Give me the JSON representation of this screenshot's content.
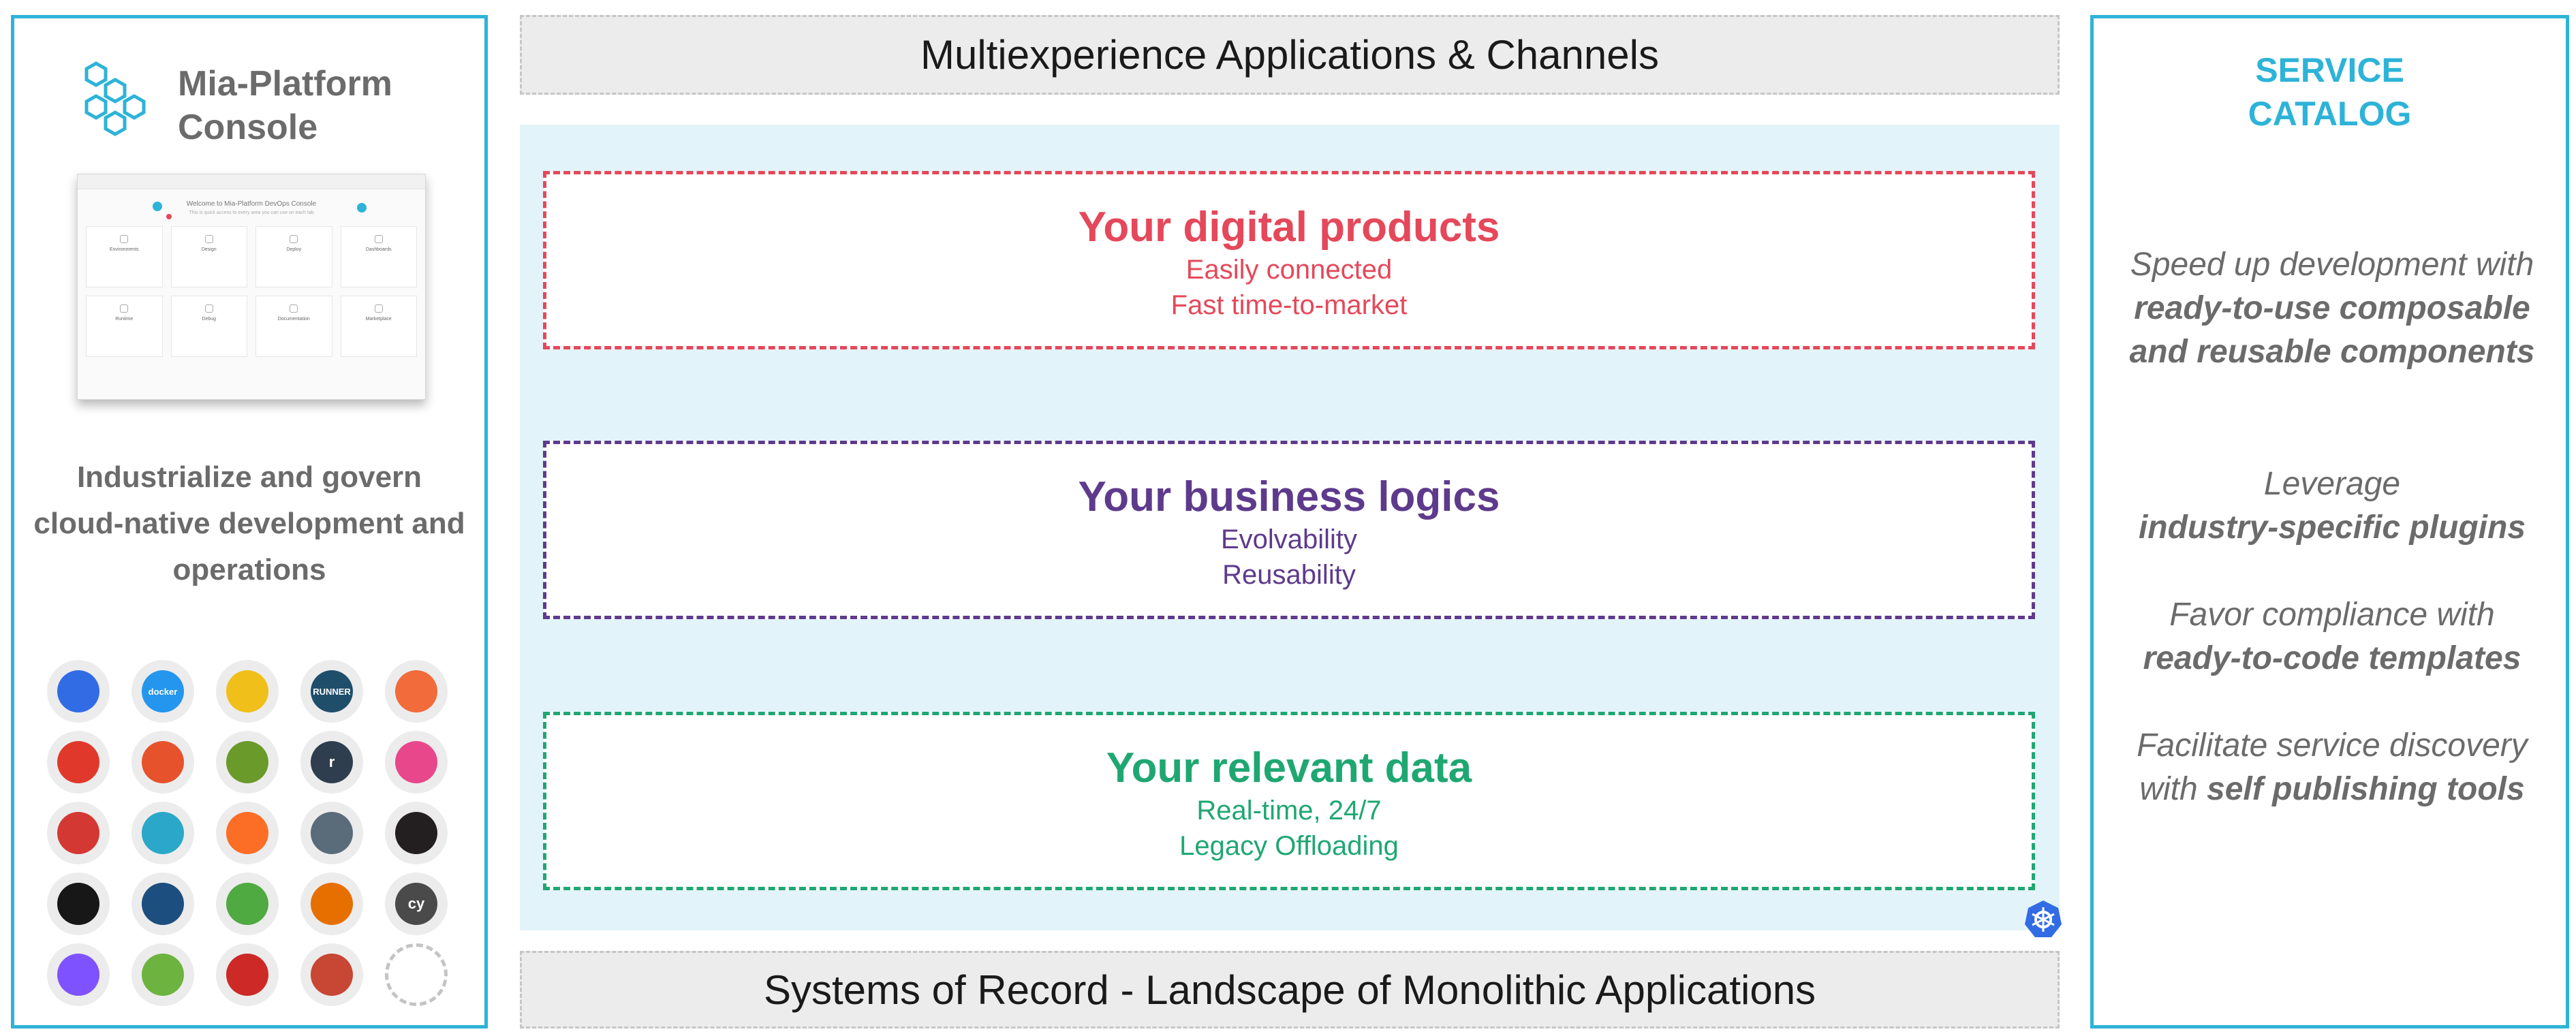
{
  "left": {
    "logo_text": "Mia-Platform Console",
    "console_title": "Welcome to Mia-Platform DevOps Console",
    "console_subtitle": "This is quick access to every area you can use on each tab",
    "cards": [
      "Environments",
      "Design",
      "Deploy",
      "Dashboards",
      "Runtime",
      "Debug",
      "Documentation",
      "Marketplace"
    ],
    "description": "Industrialize and govern cloud-native development and operations",
    "tools": [
      {
        "name": "kubernetes",
        "label": "",
        "bg": "#326ce5"
      },
      {
        "name": "docker",
        "label": "docker",
        "bg": "#2496ed"
      },
      {
        "name": "elastic",
        "label": "",
        "bg": "#f0bf1a"
      },
      {
        "name": "gitlab-runner",
        "label": "RUNNER",
        "bg": "#1f4e6b"
      },
      {
        "name": "swagger",
        "label": "",
        "bg": "#f26b3a"
      },
      {
        "name": "openshift",
        "label": "",
        "bg": "#e0392b"
      },
      {
        "name": "prometheus",
        "label": "",
        "bg": "#e6522c"
      },
      {
        "name": "grafana",
        "label": "",
        "bg": "#6a9a2a"
      },
      {
        "name": "rancher",
        "label": "r",
        "bg": "#2e3e4e"
      },
      {
        "name": "kibana",
        "label": "",
        "bg": "#e8478b"
      },
      {
        "name": "jenkins",
        "label": "",
        "bg": "#d33833"
      },
      {
        "name": "fluentd",
        "label": "",
        "bg": "#2aa7c9"
      },
      {
        "name": "gitlab",
        "label": "",
        "bg": "#fc6d26"
      },
      {
        "name": "kiali",
        "label": "",
        "bg": "#5a6b7a"
      },
      {
        "name": "kafka",
        "label": "",
        "bg": "#231f20"
      },
      {
        "name": "github",
        "label": "",
        "bg": "#181717"
      },
      {
        "name": "helm",
        "label": "",
        "bg": "#1c4e7f"
      },
      {
        "name": "mongodb",
        "label": "",
        "bg": "#4faa41"
      },
      {
        "name": "java",
        "label": "",
        "bg": "#e76f00"
      },
      {
        "name": "cypress",
        "label": "cy",
        "bg": "#4a4a4a"
      },
      {
        "name": "kotlin",
        "label": "",
        "bg": "#7f52ff"
      },
      {
        "name": "spring",
        "label": "",
        "bg": "#6db33f"
      },
      {
        "name": "sql-server",
        "label": "",
        "bg": "#cc2927"
      },
      {
        "name": "oracle",
        "label": "",
        "bg": "#c74634"
      },
      {
        "name": "more",
        "label": "",
        "bg": ""
      }
    ]
  },
  "center": {
    "top_band": "Multiexperience Applications & Channels",
    "bottom_band": "Systems of Record - Landscape of Monolithic Applications",
    "layers": [
      {
        "title": "Your digital products",
        "lines": [
          "Easily connected",
          "Fast time-to-market"
        ],
        "color": "#e5485a"
      },
      {
        "title": "Your business logics",
        "lines": [
          "Evolvability",
          "Reusability"
        ],
        "color": "#5e3a8c"
      },
      {
        "title": "Your relevant data",
        "lines": [
          "Real-time, 24/7",
          "Legacy Offloading"
        ],
        "color": "#1fa772"
      }
    ]
  },
  "right": {
    "title": "SERVICE CATALOG",
    "blocks": [
      {
        "pre": "Speed up development with ",
        "bold": "ready-to-use composable and reusable components",
        "post": ""
      },
      {
        "pre": "Leverage ",
        "bold": "industry-specific plugins",
        "post": ""
      },
      {
        "pre": "Favor compliance with ",
        "bold": "ready-to-code templates",
        "post": ""
      },
      {
        "pre": "Facilitate service discovery with ",
        "bold": "self publishing tools",
        "post": ""
      }
    ]
  },
  "colors": {
    "accent": "#2eb3d8",
    "panel_bg": "#e2f3f9",
    "band_bg": "#ececec"
  }
}
